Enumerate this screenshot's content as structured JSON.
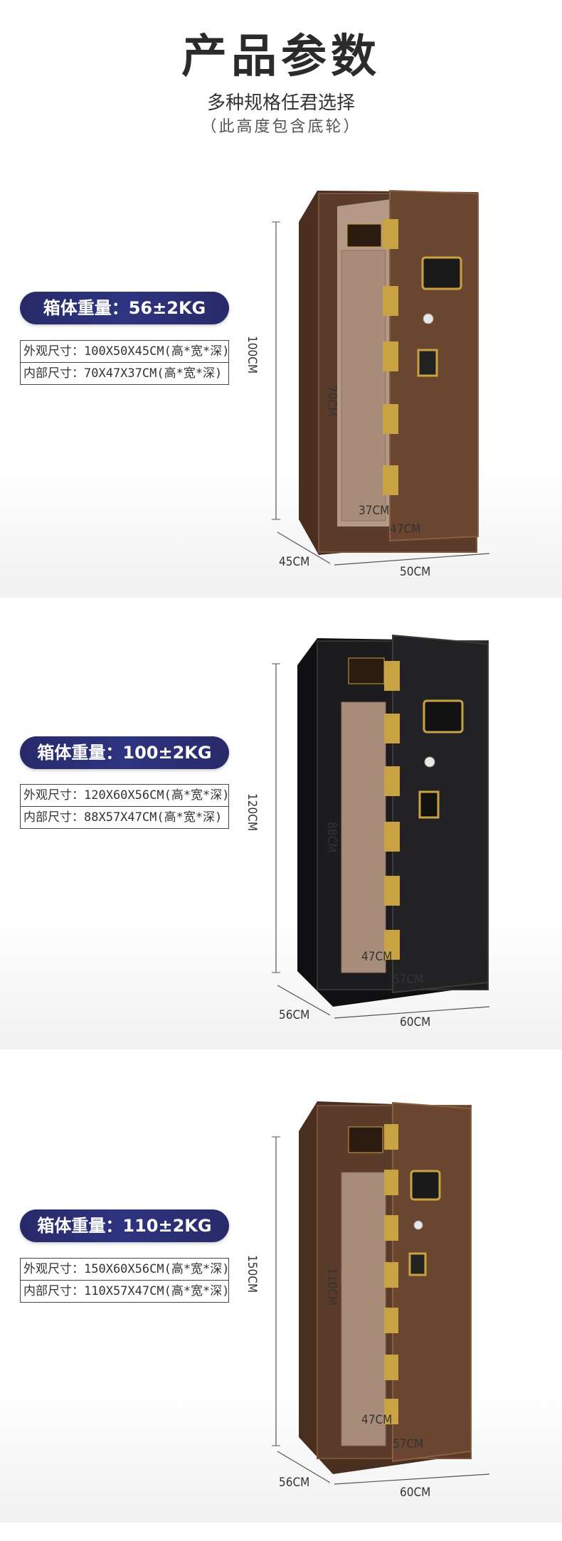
{
  "header": {
    "title": "产品参数",
    "subtitle": "多种规格任君选择",
    "note": "（此高度包含底轮）"
  },
  "models": [
    {
      "weight_label": "箱体重量：56±2KG",
      "outer_size": "外观尺寸：100X50X45CM(高*宽*深)",
      "inner_size": "内部尺寸：70X47X37CM(高*宽*深)",
      "height": "100CM",
      "inner_height": "70CM",
      "inner_depth": "37CM",
      "inner_width": "47CM",
      "depth": "45CM",
      "width": "50CM",
      "color": "#5a3a28",
      "color_name": "brown"
    },
    {
      "weight_label": "箱体重量：100±2KG",
      "outer_size": "外观尺寸：120X60X56CM(高*宽*深)",
      "inner_size": "内部尺寸：88X57X47CM(高*宽*深)",
      "height": "120CM",
      "inner_height": "88CM",
      "inner_depth": "47CM",
      "inner_width": "57CM",
      "depth": "56CM",
      "width": "60CM",
      "color": "#1c1c1e",
      "color_name": "black"
    },
    {
      "weight_label": "箱体重量：110±2KG",
      "outer_size": "外观尺寸：150X60X56CM(高*宽*深)",
      "inner_size": "内部尺寸：110X57X47CM(高*宽*深)",
      "height": "150CM",
      "inner_height": "110CM",
      "inner_depth": "47CM",
      "inner_width": "57CM",
      "depth": "56CM",
      "width": "60CM",
      "color": "#5a3a28",
      "color_name": "brown"
    }
  ],
  "colors": {
    "pill": "#2b2e78",
    "gold": "#c9a243",
    "brown": "#5a3a28",
    "black": "#1c1c1e"
  }
}
